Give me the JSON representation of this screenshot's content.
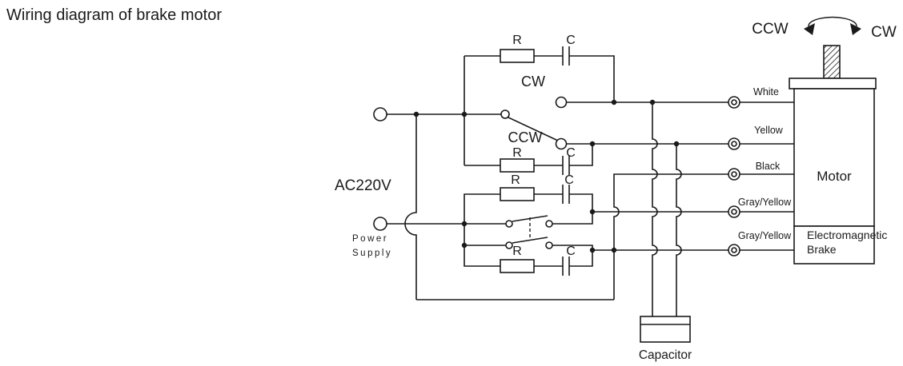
{
  "title": "Wiring diagram of brake motor",
  "rotation_indicator": {
    "ccw_label": "CCW",
    "cw_label": "CW"
  },
  "power": {
    "voltage": "AC220V",
    "source_line1": "Power",
    "source_line2": "Supply"
  },
  "switch": {
    "cw_label": "CW",
    "ccw_label": "CCW"
  },
  "snubber": {
    "resistor_label": "R",
    "capacitor_label": "C"
  },
  "wires": {
    "white": "White",
    "yellow": "Yellow",
    "black": "Black",
    "gray_yellow_1": "Gray/Yellow",
    "gray_yellow_2": "Gray/Yellow"
  },
  "motor": {
    "label": "Motor",
    "brake_line1": "Electromagnetic",
    "brake_line2": "Brake"
  },
  "capacitor_label": "Capacitor",
  "colors": {
    "line": "#1a1a1a",
    "background": "#ffffff"
  }
}
